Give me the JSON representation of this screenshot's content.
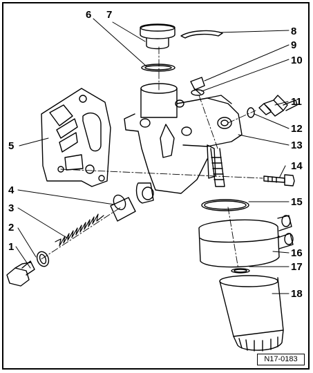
{
  "diagram": {
    "reference_code": "N17-0183",
    "callouts": [
      {
        "id": 1,
        "label": "1"
      },
      {
        "id": 2,
        "label": "2"
      },
      {
        "id": 3,
        "label": "3"
      },
      {
        "id": 4,
        "label": "4"
      },
      {
        "id": 5,
        "label": "5"
      },
      {
        "id": 6,
        "label": "6"
      },
      {
        "id": 7,
        "label": "7"
      },
      {
        "id": 8,
        "label": "8"
      },
      {
        "id": 9,
        "label": "9"
      },
      {
        "id": 10,
        "label": "10"
      },
      {
        "id": 11,
        "label": "11"
      },
      {
        "id": 12,
        "label": "12"
      },
      {
        "id": 13,
        "label": "13"
      },
      {
        "id": 14,
        "label": "14"
      },
      {
        "id": 15,
        "label": "15"
      },
      {
        "id": 16,
        "label": "16"
      },
      {
        "id": 17,
        "label": "17"
      },
      {
        "id": 18,
        "label": "18"
      }
    ]
  },
  "colors": {
    "ink": "#000000",
    "paper": "#ffffff"
  }
}
